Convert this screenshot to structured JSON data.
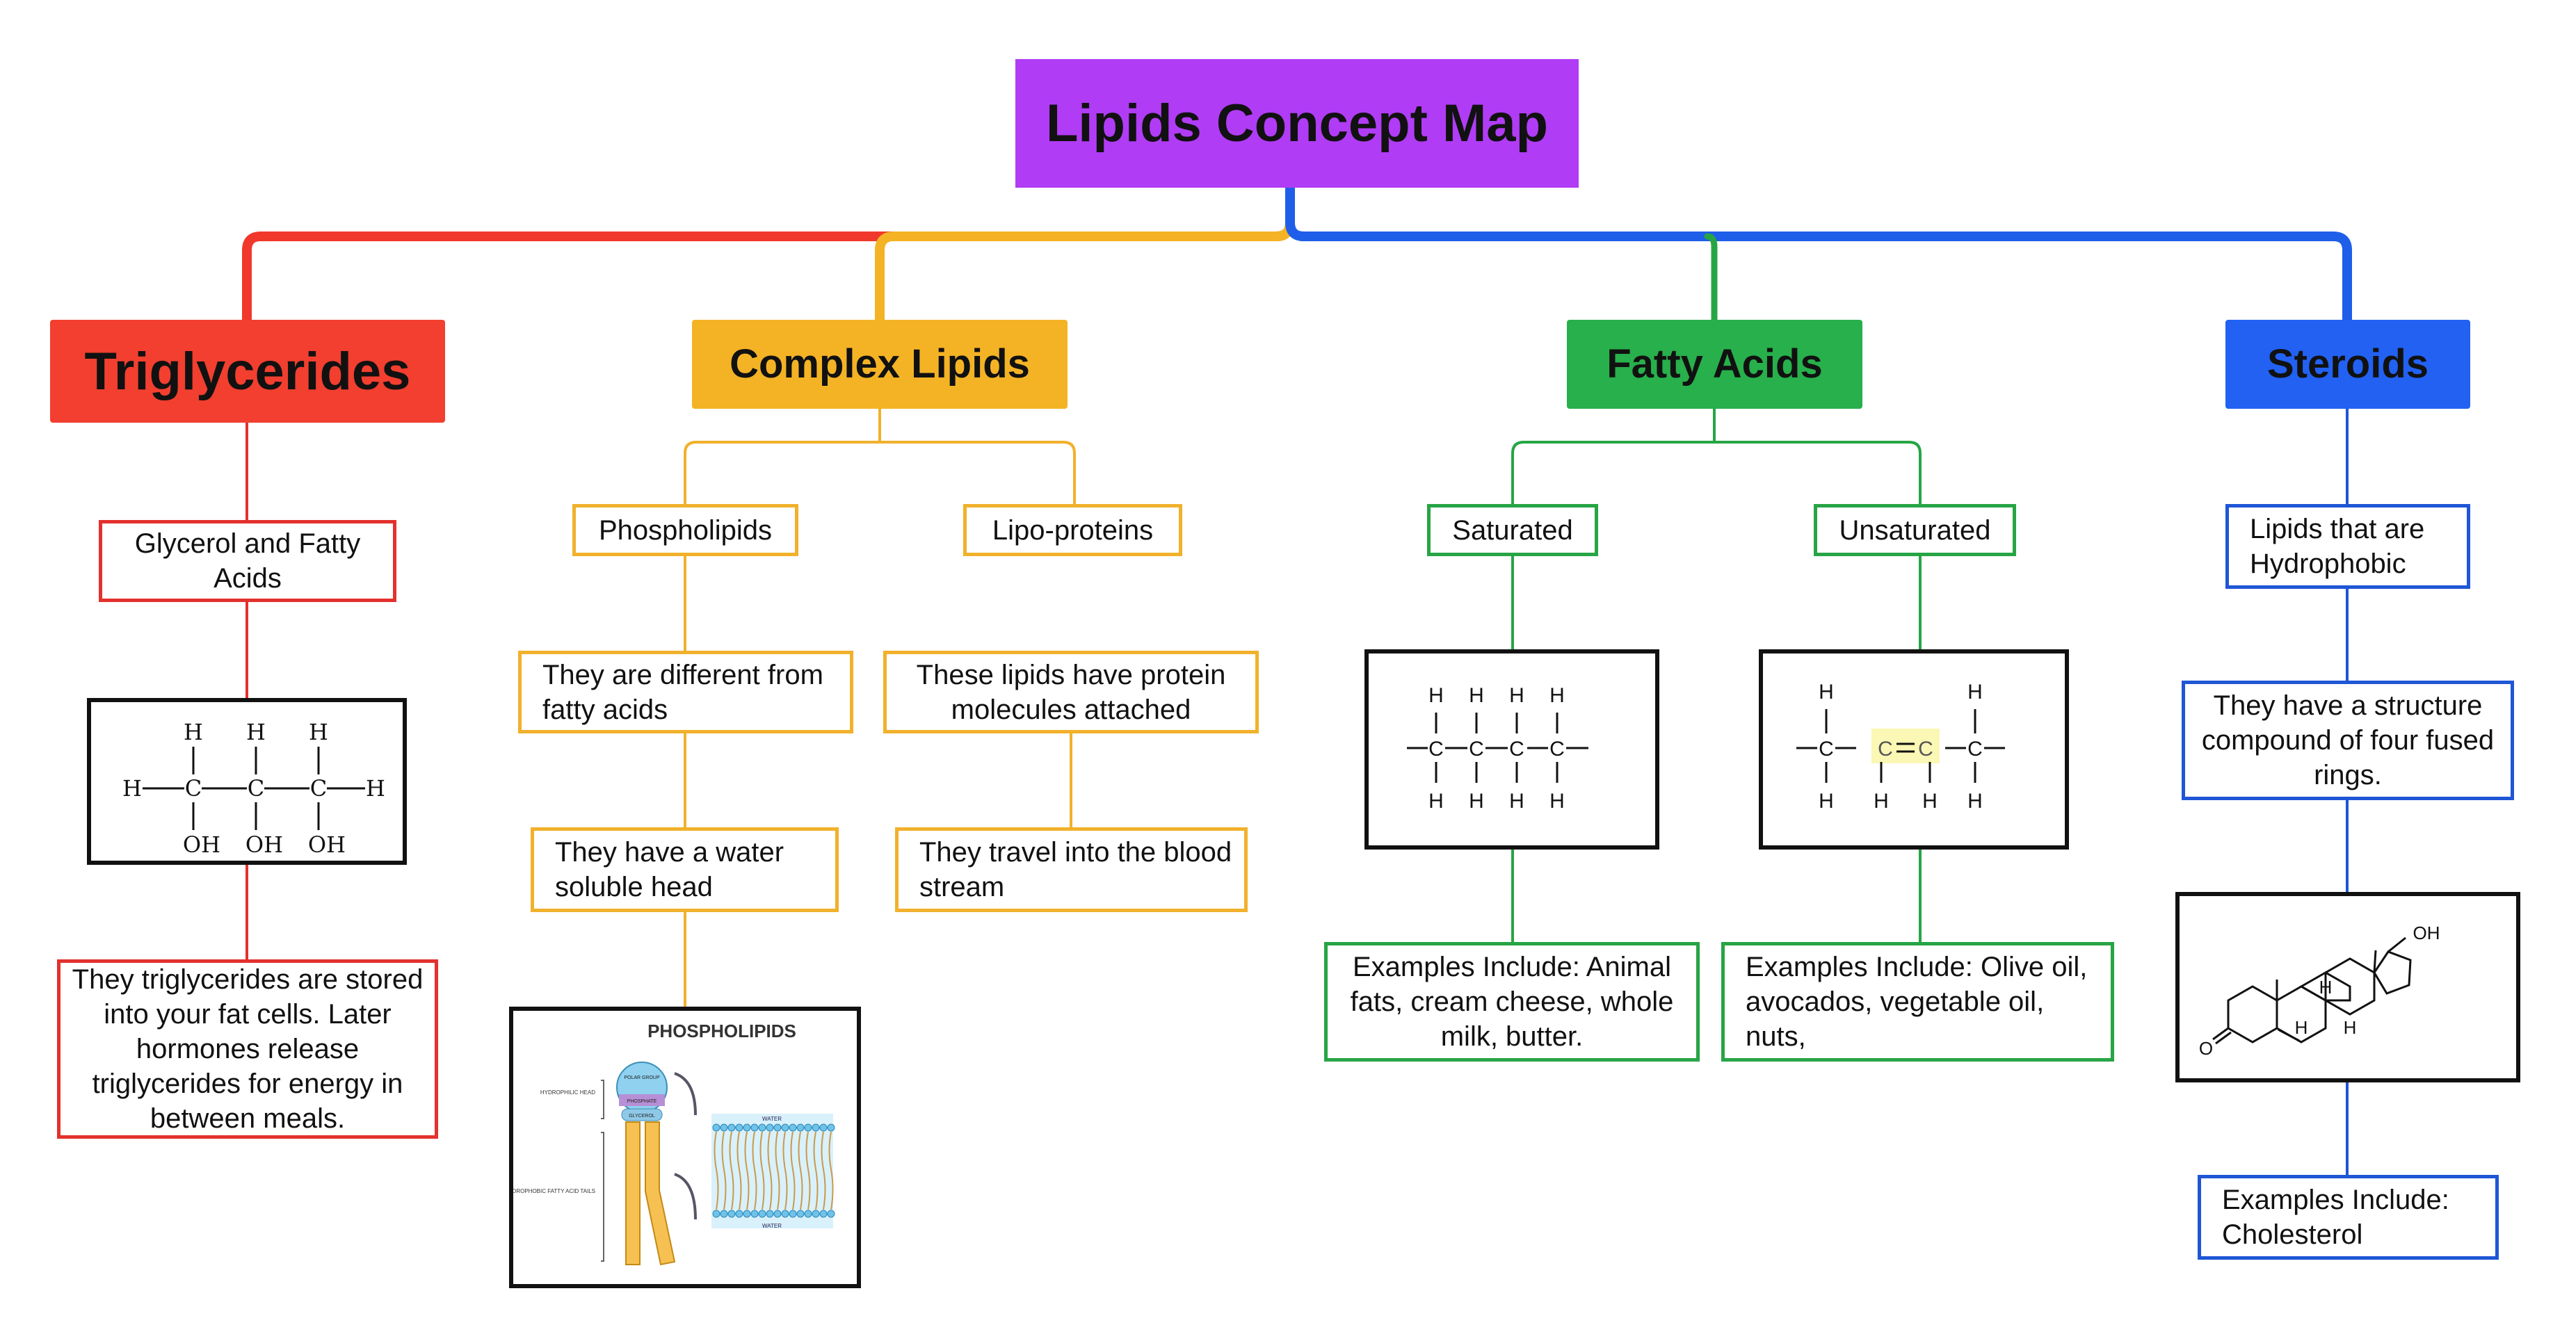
{
  "title": "Lipids Concept Map",
  "colors": {
    "title": "#b13cf5",
    "triglycerides": "#f23f2f",
    "complex_lipids": "#f4b325",
    "fatty_acids": "#27b04b",
    "steroids": "#2261f2"
  },
  "triglycerides": {
    "label": "Triglycerides",
    "definition": "Glycerol and Fatty Acids",
    "glycerol_structure": {
      "h": "H",
      "c": "C",
      "oh": "OH"
    },
    "description": "They triglycerides are stored into your fat cells. Later hormones release triglycerides for energy in between meals."
  },
  "complex_lipids": {
    "label": "Complex Lipids",
    "phospholipids": {
      "label": "Phospholipids",
      "fact1": "They are different from fatty acids",
      "fact2": "They have a water soluble head",
      "figure": {
        "title": "PHOSPHOLIPIDS",
        "hydrophilic_head": "HYDROPHILIC HEAD",
        "polar_group": "POLAR GROUP",
        "phosphate": "PHOSPHATE",
        "glycerol": "GLYCEROL",
        "tails": "TWO HYDROPHOBIC FATTY ACID TAILS",
        "water": "WATER"
      }
    },
    "lipoproteins": {
      "label": "Lipo-proteins",
      "fact1": "These lipids have protein molecules attached",
      "fact2": "They travel into the blood stream"
    }
  },
  "fatty_acids": {
    "label": "Fatty Acids",
    "saturated": {
      "label": "Saturated",
      "examples": "Examples Include: Animal fats, cream cheese, whole milk, butter."
    },
    "unsaturated": {
      "label": "Unsaturated",
      "examples": "Examples Include: Olive oil, avocados, vegetable oil, nuts,"
    },
    "atoms": {
      "h": "H",
      "c": "C"
    }
  },
  "steroids": {
    "label": "Steroids",
    "definition": "Lipids that are Hydrophobic",
    "structure": "They have a structure compound of four fused rings.",
    "molecule": {
      "oh": "OH",
      "o": "O",
      "h": "H"
    },
    "examples": "Examples Include: Cholesterol"
  }
}
